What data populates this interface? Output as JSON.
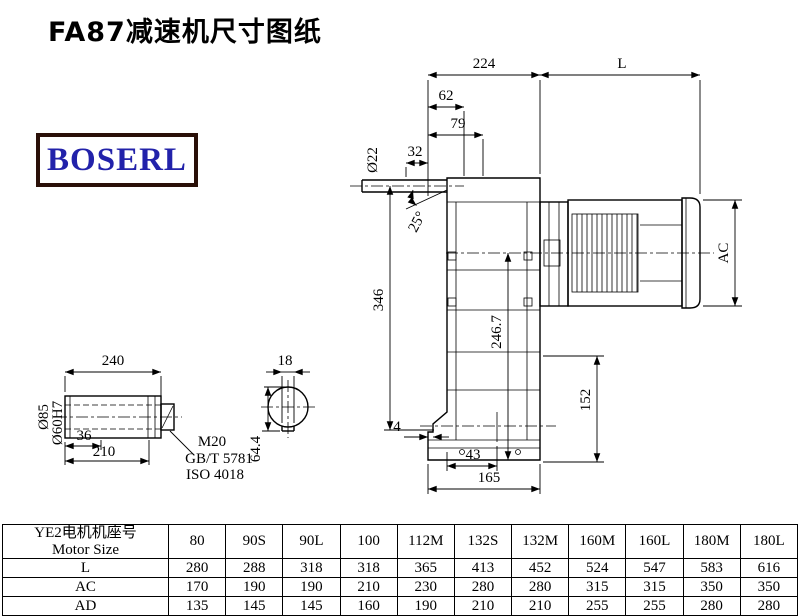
{
  "page": {
    "title": "FA87减速机尺寸图纸"
  },
  "logo": {
    "text": "BOSERL",
    "text_color": "#2222aa",
    "border_color": "#2a1008"
  },
  "drawing": {
    "main_view": {
      "dim_224": "224",
      "dim_L": "L",
      "dim_62": "62",
      "dim_79": "79",
      "dim_32": "32",
      "dim_phi22": "Ø22",
      "dim_angle": "25°",
      "dim_346": "346",
      "dim_246_7": "246.7",
      "dim_AC": "AC",
      "dim_152": "152",
      "dim_4": "4",
      "dim_43": "43",
      "dim_165": "165"
    },
    "shaft_view": {
      "dim_240": "240",
      "dim_phi85": "Ø85",
      "dim_phi60": "Ø60H7",
      "dim_36": "36",
      "dim_210": "210",
      "thread_label": "M20",
      "standard_1": "GB/T 5781",
      "standard_2": "ISO 4018"
    },
    "bore_view": {
      "dim_18": "18",
      "dim_64_4": "64.4"
    }
  },
  "table": {
    "header_cn": "YE2电机机座号",
    "header_en": "Motor Size",
    "columns": [
      "80",
      "90S",
      "90L",
      "100",
      "112M",
      "132S",
      "132M",
      "160M",
      "160L",
      "180M",
      "180L"
    ],
    "rows": [
      {
        "label": "L",
        "values": [
          "280",
          "288",
          "318",
          "318",
          "365",
          "413",
          "452",
          "524",
          "547",
          "583",
          "616"
        ]
      },
      {
        "label": "AC",
        "values": [
          "170",
          "190",
          "190",
          "210",
          "230",
          "280",
          "280",
          "315",
          "315",
          "350",
          "350"
        ]
      },
      {
        "label": "AD",
        "values": [
          "135",
          "145",
          "145",
          "160",
          "190",
          "210",
          "210",
          "255",
          "255",
          "280",
          "280"
        ]
      }
    ]
  }
}
